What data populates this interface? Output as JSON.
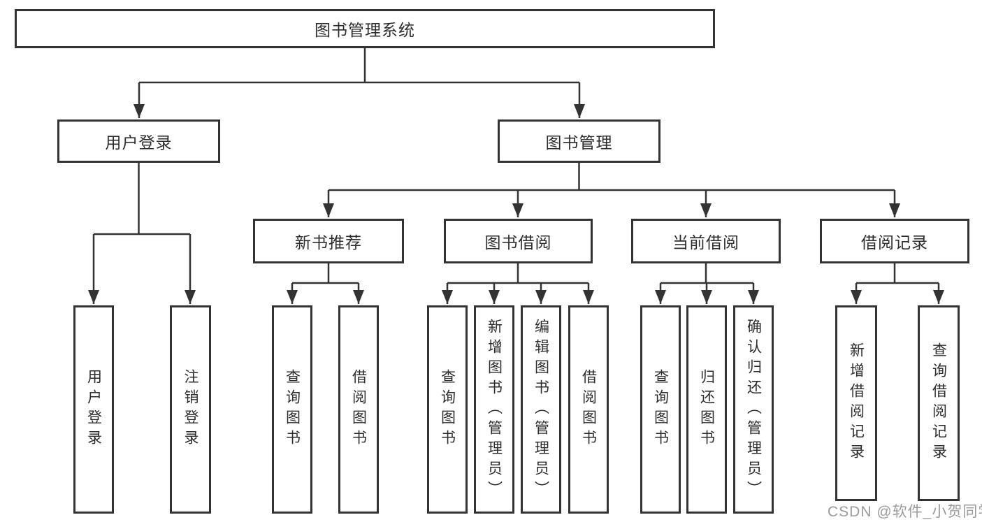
{
  "diagram": {
    "root": {
      "label": "图书管理系统"
    },
    "level2": [
      {
        "label": "用户登录"
      },
      {
        "label": "图书管理"
      }
    ],
    "level3": [
      {
        "label": "新书推荐"
      },
      {
        "label": "图书借阅"
      },
      {
        "label": "当前借阅"
      },
      {
        "label": "借阅记录"
      }
    ],
    "leaves": [
      {
        "label": "用户登录"
      },
      {
        "label": "注销登录"
      },
      {
        "label": "查询图书"
      },
      {
        "label": "借阅图书"
      },
      {
        "label": "查询图书"
      },
      {
        "label": "新增图书（管理员）"
      },
      {
        "label": "编辑图书（管理员）"
      },
      {
        "label": "借阅图书"
      },
      {
        "label": "查询图书"
      },
      {
        "label": "归还图书"
      },
      {
        "label": "确认归还（管理员）"
      },
      {
        "label": "新增借阅记录"
      },
      {
        "label": "查询借阅记录"
      }
    ]
  },
  "watermark": "CSDN @软件_小贺同学",
  "colors": {
    "line": "#333333",
    "text": "#2d2d2d",
    "watermark": "#9b9b9b"
  }
}
